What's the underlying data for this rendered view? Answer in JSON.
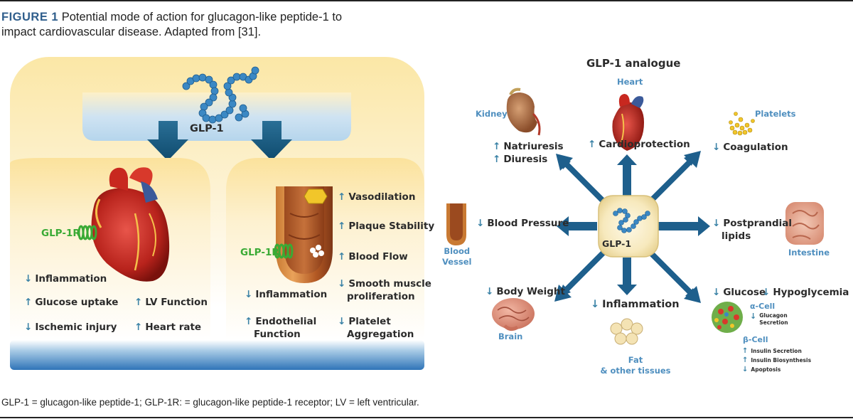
{
  "caption": {
    "label": "FIGURE 1",
    "text_line1": " Potential mode of action for glucagon-like peptide-1 to",
    "text_line2": "impact cardiovascular disease. Adapted from [31]."
  },
  "footnote": "GLP-1 = glucagon-like peptide-1; GLP-1R: = glucagon-like peptide-1 receptor; LV = left ventricular.",
  "left_panel": {
    "glp1_label": "GLP-1",
    "heart_box": {
      "receptor_label": "GLP-1R",
      "effects": [
        {
          "dir": "↓",
          "text": "Inflammation"
        },
        {
          "dir": "↑",
          "text": "Glucose uptake"
        },
        {
          "dir": "↓",
          "text": "Ischemic injury"
        },
        {
          "dir": "↑",
          "text": "LV Function"
        },
        {
          "dir": "↑",
          "text": "Heart rate"
        }
      ]
    },
    "vessel_box": {
      "receptor_label": "GLP-1R",
      "effects_right": [
        {
          "dir": "↑",
          "text": "Vasodilation"
        },
        {
          "dir": "↑",
          "text": "Plaque Stability"
        },
        {
          "dir": "↑",
          "text": "Blood Flow"
        },
        {
          "dir": "↓",
          "text": "Smooth muscle",
          "text2": "proliferation"
        },
        {
          "dir": "↓",
          "text": "Platelet",
          "text2": "Aggregation"
        }
      ],
      "effects_left": [
        {
          "dir": "↓",
          "text": "Inflammation"
        },
        {
          "dir": "↑",
          "text": "Endothelial",
          "text2": "Function"
        }
      ]
    }
  },
  "right_panel": {
    "title": "GLP-1 analogue",
    "center_label": "GLP-1",
    "organs": {
      "heart": "Heart",
      "kidney": "Kidney",
      "platelets": "Platelets",
      "blood_vessel_1": "Blood",
      "blood_vessel_2": "Vessel",
      "intestine": "Intestine",
      "brain": "Brain",
      "fat_1": "Fat",
      "fat_2": "& other tissues"
    },
    "effects": {
      "cardioprotection": {
        "dir": "↑",
        "text": "Cardioprotection"
      },
      "natriuresis": {
        "dir": "↑",
        "text": "Natriuresis"
      },
      "diuresis": {
        "dir": "↑",
        "text": "Diuresis"
      },
      "coagulation": {
        "dir": "↓",
        "text": "Coagulation"
      },
      "blood_pressure": {
        "dir": "↓",
        "text": "Blood Pressure"
      },
      "postprandial": {
        "dir": "↓",
        "text": "Postprandial",
        "text2": "lipids"
      },
      "body_weight": {
        "dir": "↓",
        "text": "Body Weight"
      },
      "inflammation": {
        "dir": "↓",
        "text": "Inflammation"
      },
      "glucose": {
        "dir": "↓",
        "text": "Glucose"
      },
      "hypoglycemia": {
        "dir": "↓",
        "text": "Hypoglycemia"
      }
    },
    "pancreas": {
      "alpha_cell": "α-Cell",
      "glucagon_1": "Glucagon",
      "glucagon_2": "Secretion",
      "beta_cell": "β-Cell",
      "insulin_secretion": "Insulin Secretion",
      "insulin_biosynthesis": "Insulin Biosynthesis",
      "apoptosis": "Apoptosis",
      "up": "↑",
      "down": "↓"
    }
  }
}
